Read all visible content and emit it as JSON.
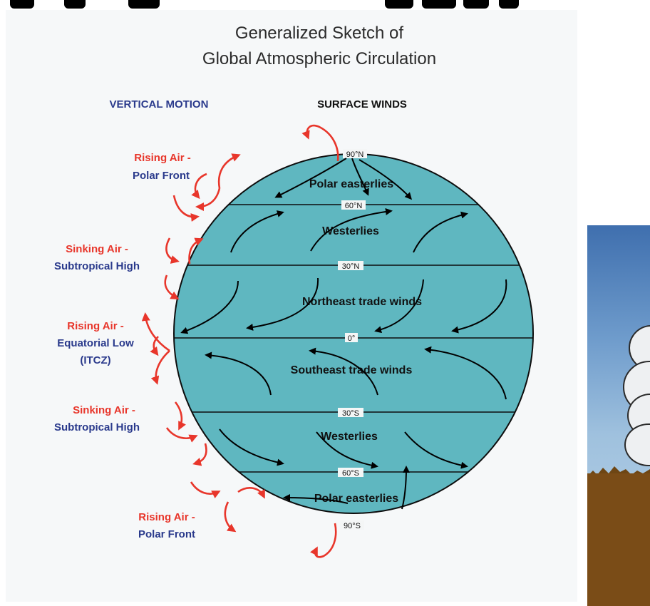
{
  "diagram": {
    "title_line_1": "Generalized Sketch of",
    "title_line_2": "Global Atmospheric Circulation",
    "column_vertical_motion": "VERTICAL MOTION",
    "column_surface_winds": "SURFACE WINDS"
  },
  "vertical_motion": [
    {
      "red": "Rising Air -",
      "blue": [
        "Polar Front"
      ]
    },
    {
      "red": "Sinking Air -",
      "blue": [
        "Subtropical High"
      ]
    },
    {
      "red": "Rising Air -",
      "blue": [
        "Equatorial Low",
        "(ITCZ)"
      ]
    },
    {
      "red": "Sinking Air -",
      "blue": [
        "Subtropical High"
      ]
    },
    {
      "red": "Rising Air -",
      "blue": [
        "Polar Front"
      ]
    }
  ],
  "latitudes": [
    "90°N",
    "60°N",
    "30°N",
    "0°",
    "30°S",
    "60°S",
    "90°S"
  ],
  "wind_zones": [
    "Polar easterlies",
    "Westerlies",
    "Northeast trade winds",
    "Southeast trade winds",
    "Westerlies",
    "Polar easterlies"
  ],
  "colors": {
    "globe": "#5fb7c0",
    "arrow_red": "#e8362b",
    "label_blue": "#2a3a8c",
    "panel_bg": "#f6f8f9"
  }
}
